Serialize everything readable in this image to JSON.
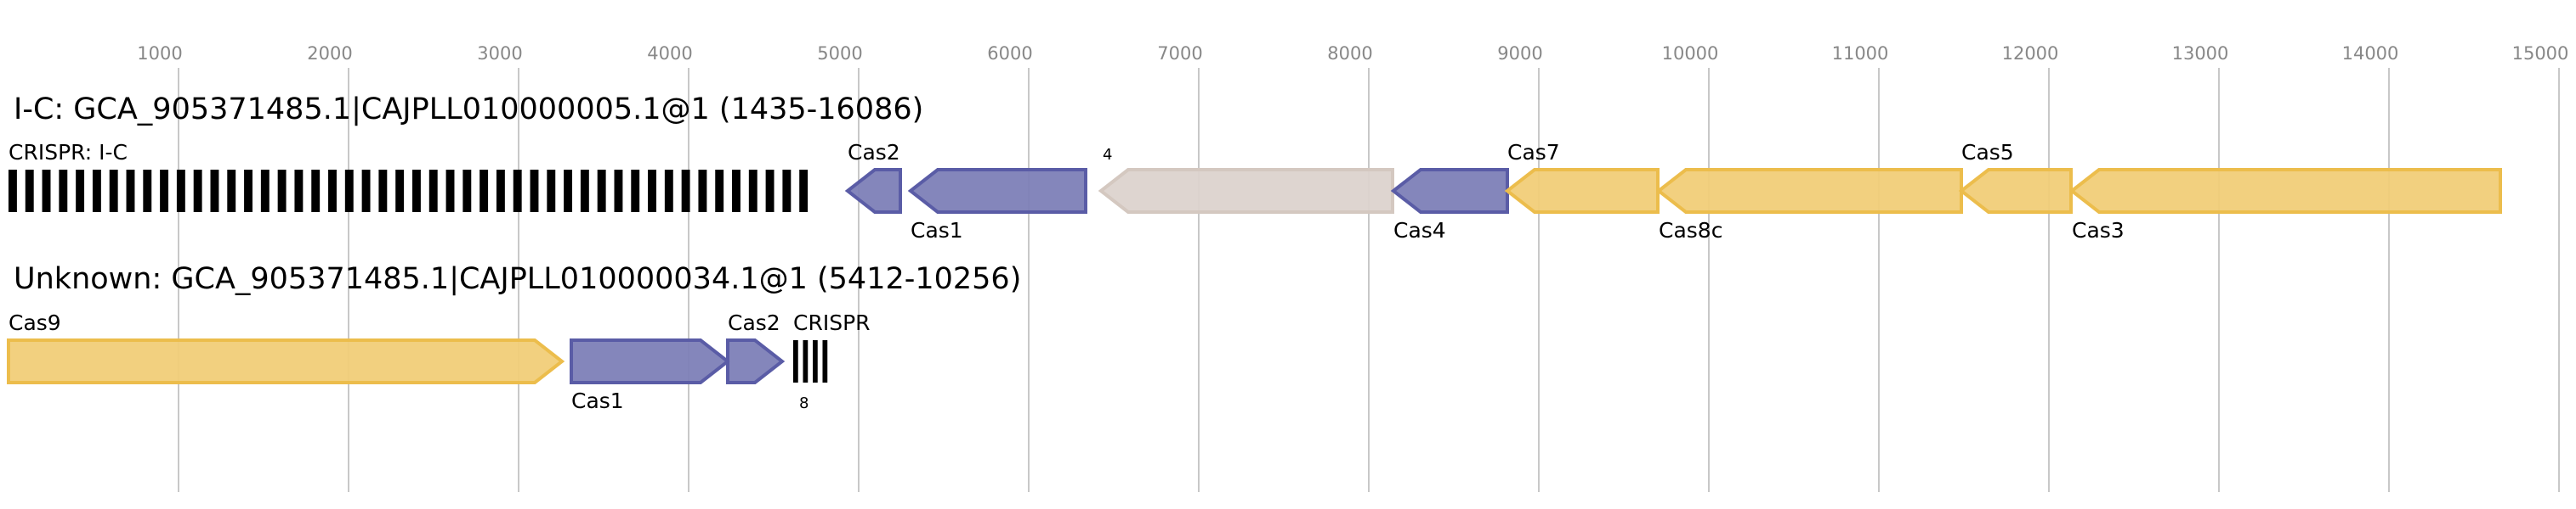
{
  "axis": {
    "ticks": [
      1000,
      2000,
      3000,
      4000,
      5000,
      6000,
      7000,
      8000,
      9000,
      10000,
      11000,
      12000,
      13000,
      14000,
      15000
    ],
    "tick_labels": [
      "1000",
      "2000",
      "3000",
      "4000",
      "5000",
      "6000",
      "7000",
      "8000",
      "9000",
      "10000",
      "11000",
      "12000",
      "13000",
      "14000",
      "15000"
    ],
    "range_bp": [
      0,
      15000
    ]
  },
  "colors": {
    "purple_fill": "#7d7fb7",
    "purple_stroke": "#5a5ca6",
    "yellow_fill": "#f1cd78",
    "yellow_stroke": "#ecbd4c",
    "gray_fill": "#dcd3cd",
    "gray_stroke": "#d4c8c0",
    "crispr": "#000000",
    "grid": "#c8c8c8"
  },
  "loci": [
    {
      "title": "I-C: GCA_905371485.1|CAJPLL010000005.1@1 (1435-16086)",
      "features": [
        {
          "type": "crispr",
          "label": "CRISPR: I-C",
          "label_pos": "above",
          "start": 0,
          "end": 4750,
          "repeats": 48
        },
        {
          "type": "gene",
          "label": "Cas2",
          "label_pos": "above",
          "start": 4935,
          "end": 5245,
          "strand": "-",
          "color": "purple"
        },
        {
          "type": "gene",
          "label": "Cas1",
          "label_pos": "below",
          "start": 5305,
          "end": 6335,
          "strand": "-",
          "color": "purple"
        },
        {
          "type": "gene",
          "label": "4",
          "label_pos": "above-small",
          "start": 6425,
          "end": 8140,
          "strand": "-",
          "color": "gray"
        },
        {
          "type": "gene",
          "label": "Cas4",
          "label_pos": "below",
          "start": 8145,
          "end": 8815,
          "strand": "-",
          "color": "purple"
        },
        {
          "type": "gene",
          "label": "Cas7",
          "label_pos": "above",
          "start": 8815,
          "end": 9700,
          "strand": "-",
          "color": "yellow"
        },
        {
          "type": "gene",
          "label": "Cas8c",
          "label_pos": "below",
          "start": 9705,
          "end": 11485,
          "strand": "-",
          "color": "yellow"
        },
        {
          "type": "gene",
          "label": "Cas5",
          "label_pos": "above",
          "start": 11485,
          "end": 12130,
          "strand": "-",
          "color": "yellow"
        },
        {
          "type": "gene",
          "label": "Cas3",
          "label_pos": "below",
          "start": 12135,
          "end": 14655,
          "strand": "-",
          "color": "yellow"
        }
      ]
    },
    {
      "title": "Unknown: GCA_905371485.1|CAJPLL010000034.1@1 (5412-10256)",
      "features": [
        {
          "type": "gene",
          "label": "Cas9",
          "label_pos": "above",
          "start": 0,
          "end": 3255,
          "strand": "+",
          "color": "yellow"
        },
        {
          "type": "gene",
          "label": "Cas1",
          "label_pos": "below",
          "start": 3310,
          "end": 4230,
          "strand": "+",
          "color": "purple"
        },
        {
          "type": "gene",
          "label": "Cas2",
          "label_pos": "above",
          "start": 4230,
          "end": 4550,
          "strand": "+",
          "color": "purple"
        },
        {
          "type": "crispr",
          "label": "CRISPR",
          "label_pos": "above",
          "count_label": "8",
          "start": 4615,
          "end": 4845,
          "repeats": 4
        }
      ]
    }
  ]
}
